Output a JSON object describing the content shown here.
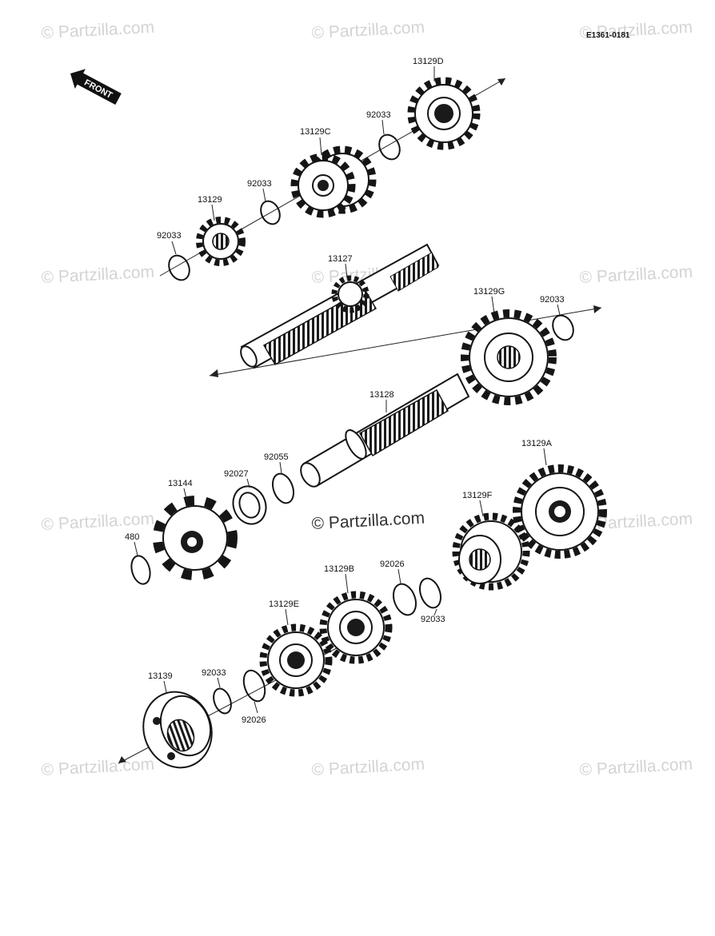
{
  "drawing_code": "E1361-0181",
  "front_label": "FRONT",
  "watermark_text": "© Partzilla.com",
  "center_watermark_text": "© Partzilla.com",
  "colors": {
    "ink": "#151515",
    "watermark": "#d4d4d4",
    "background": "#ffffff"
  },
  "parts": [
    {
      "id": "p1",
      "number": "13129D"
    },
    {
      "id": "p2",
      "number": "92033"
    },
    {
      "id": "p3",
      "number": "13129C"
    },
    {
      "id": "p4",
      "number": "92033"
    },
    {
      "id": "p5",
      "number": "13129"
    },
    {
      "id": "p6",
      "number": "92033"
    },
    {
      "id": "p7",
      "number": "13127"
    },
    {
      "id": "p8",
      "number": "13129G"
    },
    {
      "id": "p9",
      "number": "92033"
    },
    {
      "id": "p10",
      "number": "13128"
    },
    {
      "id": "p11",
      "number": "92055"
    },
    {
      "id": "p12",
      "number": "92027"
    },
    {
      "id": "p13",
      "number": "13144"
    },
    {
      "id": "p14",
      "number": "13129A"
    },
    {
      "id": "p15",
      "number": "13129F"
    },
    {
      "id": "p16",
      "number": "480"
    },
    {
      "id": "p17",
      "number": "92026"
    },
    {
      "id": "p18",
      "number": "13129B"
    },
    {
      "id": "p19",
      "number": "92033"
    },
    {
      "id": "p20",
      "number": "13129E"
    },
    {
      "id": "p21",
      "number": "13139"
    },
    {
      "id": "p22",
      "number": "92033"
    },
    {
      "id": "p23",
      "number": "92026"
    }
  ]
}
